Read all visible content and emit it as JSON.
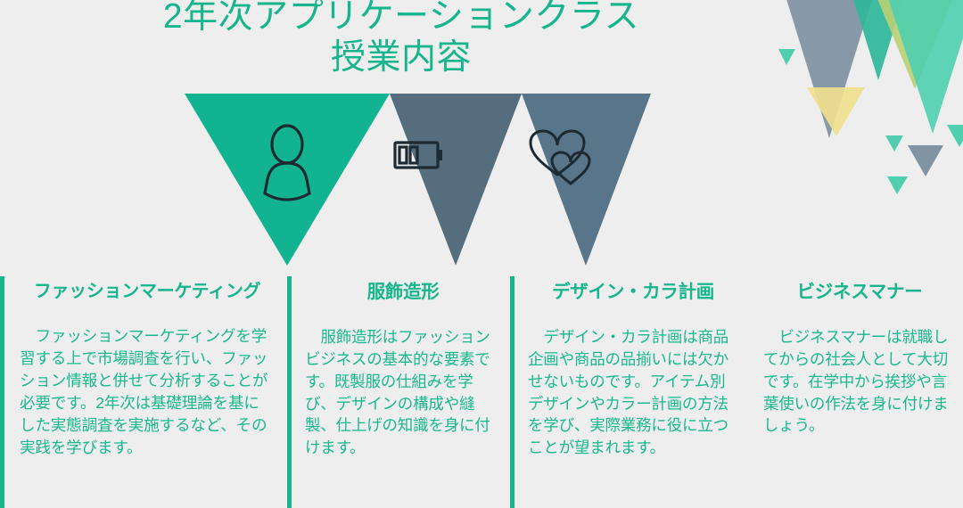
{
  "title": {
    "line1": "2年次アプリケーションクラス",
    "line2": "授業内容"
  },
  "colors": {
    "background": "#eeeeee",
    "accent_teal": "#17b58c",
    "triangle_teal": "#11b391",
    "triangle_slate": "#566d7e",
    "triangle_slate_light": "#59758a",
    "deco_gray_blue": "#8194a3",
    "deco_mint": "#4fcfae",
    "deco_yellow": "#efe08e",
    "deco_yellow_green": "#b9cf74",
    "deco_green": "#2fb79a",
    "icon_stroke": "#1c2b33",
    "text_body": "#19b88e"
  },
  "funnel": {
    "segments": [
      {
        "name": "fashion-marketing",
        "fill": "#11b391",
        "icon": "person-icon"
      },
      {
        "name": "clothing-design",
        "fill": "#566d7e",
        "icon": "battery-icon"
      },
      {
        "name": "design-color-plan",
        "fill": "#59758a",
        "icon": "two-hearts-icon"
      }
    ]
  },
  "columns": [
    {
      "heading": "ファッションマーケティング",
      "body": "ファッションマーケティングを学習する上で市場調査を行い、ファッション情報と併せて分析することが必要です。2年次は基礎理論を基にした実態調査を実施するなど、その実践を学びます。"
    },
    {
      "heading": "服飾造形",
      "body": "服飾造形はファッションビジネスの基本的な要素です。既製服の仕組みを学び、デザインの構成や縫製、仕上げの知識を身に付けます。"
    },
    {
      "heading": "デザイン・カラ計画",
      "body": "デザイン・カラ計画は商品企画や商品の品揃いには欠かせないものです。アイテム別デザインやカラー計画の方法を学び、実際業務に役に立つことが望まれます。"
    },
    {
      "heading": "ビジネスマナー",
      "body": "ビジネスマナーは就職してからの社会人として大切です。在学中から挨拶や言葉使いの作法を身に付けましょう。"
    }
  ]
}
